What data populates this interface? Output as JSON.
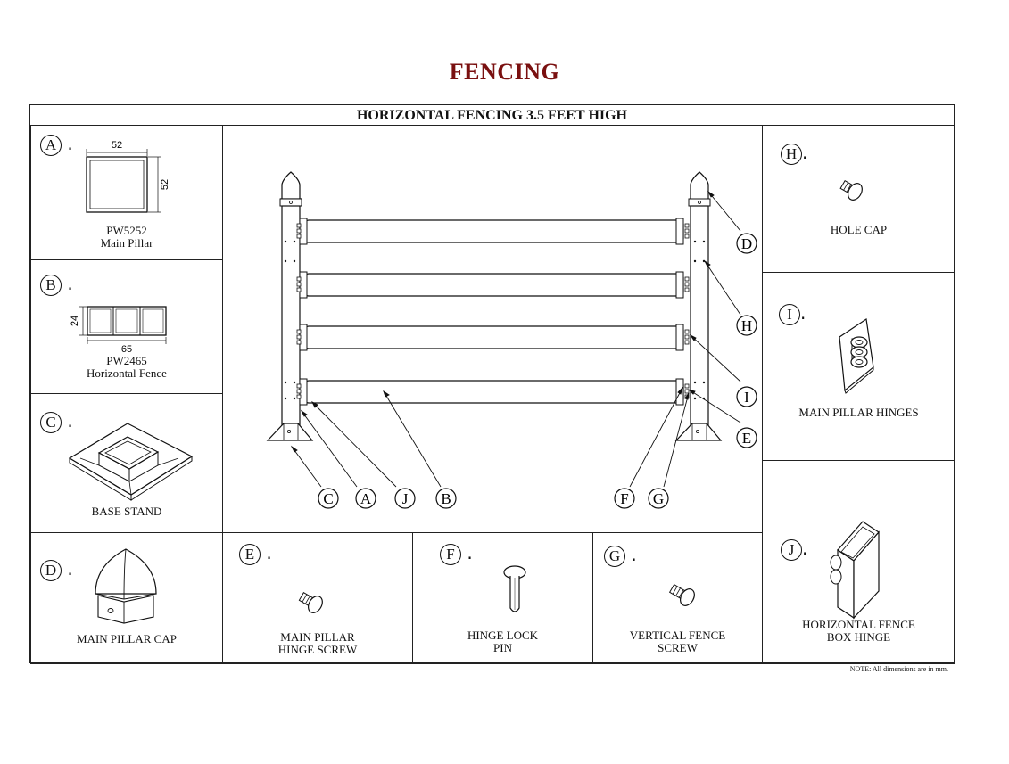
{
  "page": {
    "title": "FENCING"
  },
  "sheet": {
    "title": "HORIZONTAL FENCING 3.5 FEET HIGH"
  },
  "parts": {
    "a": {
      "letter": "A",
      "dim_w": "52",
      "dim_h": "52",
      "code": "PW5252",
      "name": "Main Pillar"
    },
    "b": {
      "letter": "B",
      "dim_w": "65",
      "dim_h": "24",
      "code": "PW2465",
      "name": "Horizontal Fence"
    },
    "c": {
      "letter": "C",
      "name": "BASE STAND"
    },
    "d": {
      "letter": "D",
      "name": "MAIN PILLAR CAP"
    },
    "e": {
      "letter": "E",
      "name_line1": "MAIN PILLAR",
      "name_line2": "HINGE SCREW"
    },
    "f": {
      "letter": "F",
      "name_line1": "HINGE LOCK",
      "name_line2": "PIN"
    },
    "g": {
      "letter": "G",
      "name_line1": "VERTICAL FENCE",
      "name_line2": "SCREW"
    },
    "h": {
      "letter": "H",
      "name": "HOLE CAP"
    },
    "i": {
      "letter": "I",
      "name": "MAIN PILLAR HINGES"
    },
    "j": {
      "letter": "J",
      "name_line1": "HORIZONTAL FENCE",
      "name_line2": "BOX HINGE"
    }
  },
  "assembly": {
    "callouts_bottom": [
      "C",
      "A",
      "J",
      "B",
      "F",
      "G"
    ],
    "callouts_right": [
      "D",
      "H",
      "I",
      "E"
    ]
  },
  "note": "NOTE: All dimensions are in mm."
}
